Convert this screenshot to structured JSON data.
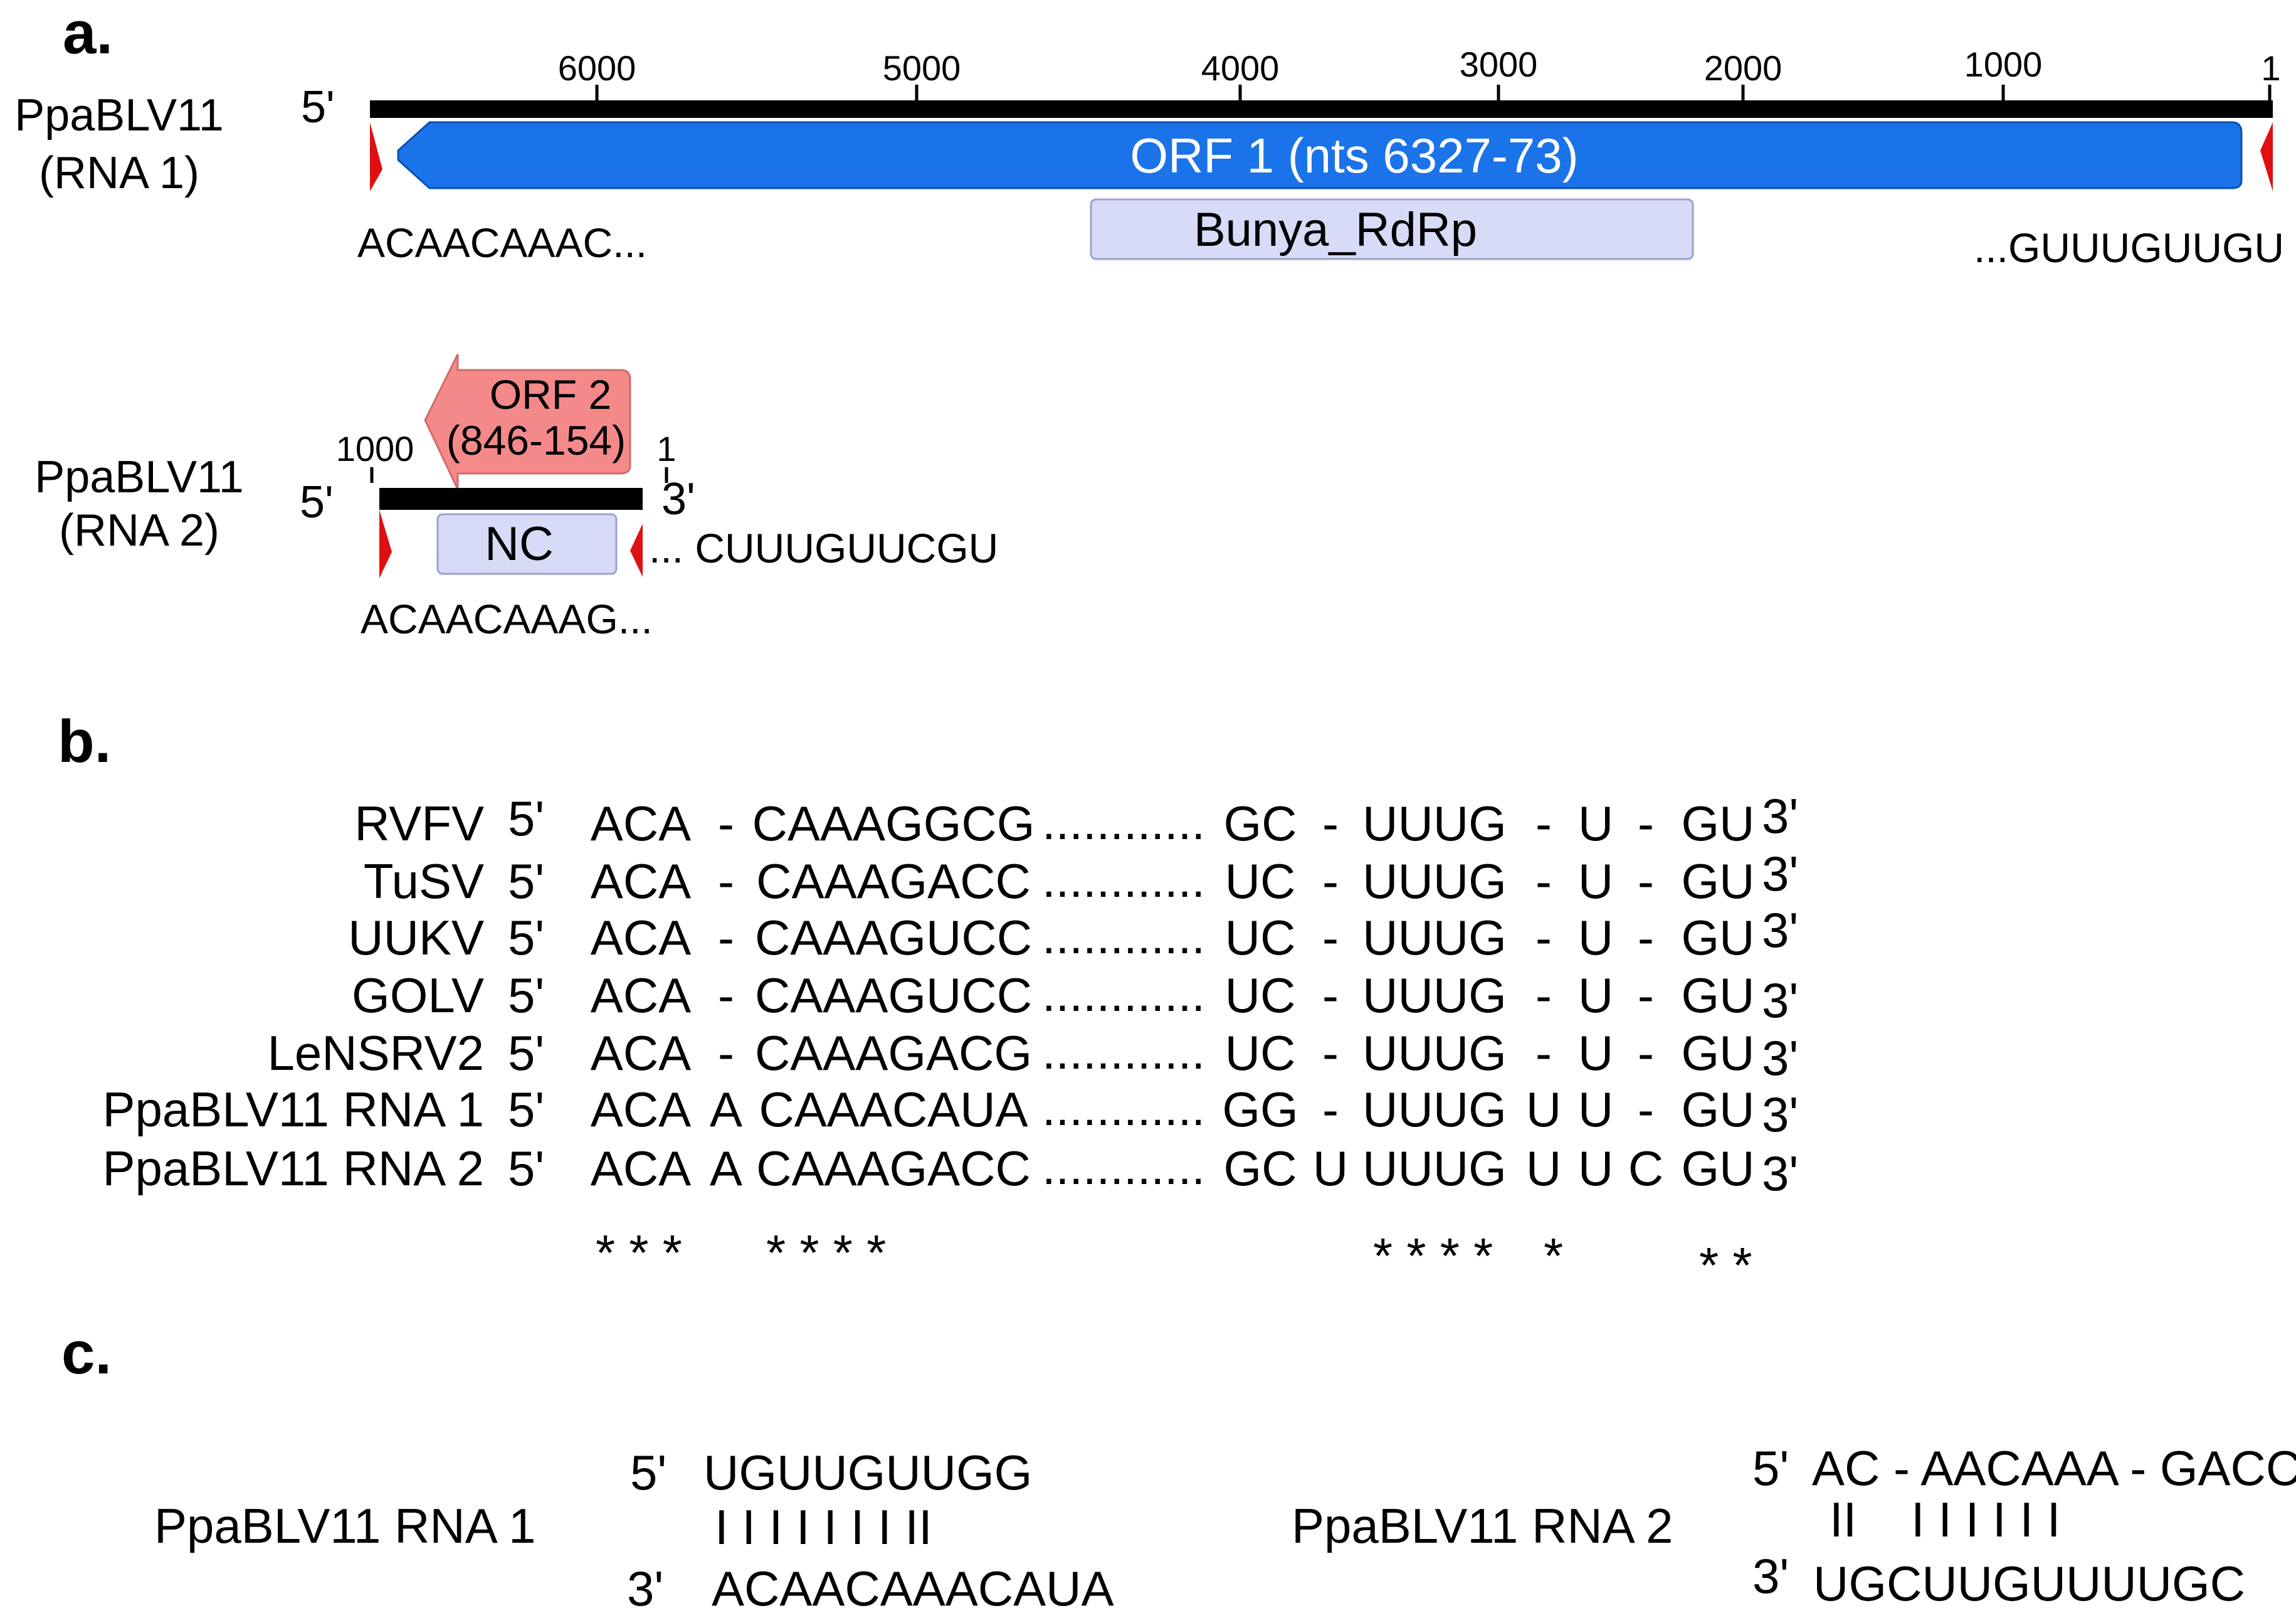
{
  "panels": {
    "a": "a.",
    "b": "b.",
    "c": "c."
  },
  "colors": {
    "orf1_fill": "#1a73e8",
    "orf2_fill": "#f4898a",
    "domain_fill": "#d8dbf7",
    "terminal_marker": "#e01010",
    "genome_bar": "#000000"
  },
  "rna1": {
    "name_line1": "PpaBLV11",
    "name_line2": "(RNA 1)",
    "five_prime": "5'",
    "ticks": [
      "6000",
      "5000",
      "4000",
      "3000",
      "2000",
      "1000",
      "1"
    ],
    "orf_label": "ORF 1 (nts 6327-73)",
    "domain_label": "Bunya_RdRp",
    "seq_5": "ACAACAAAC...",
    "seq_3": "...GUUUGUUGU"
  },
  "rna2": {
    "name_line1": "PpaBLV11",
    "name_line2": "(RNA 2)",
    "five_prime": "5'",
    "three_prime": "3'",
    "tick_left": "1000",
    "tick_right": "1",
    "orf_line1": "ORF 2",
    "orf_line2": "(846-154)",
    "domain_label": "NC",
    "seq_5": "ACAACAAAG...",
    "seq_3": "... CUUUGUUCGU"
  },
  "alignment": {
    "five": "5'",
    "three": "3'",
    "dots": "............",
    "rows": [
      {
        "name": "RVFV",
        "c1": "ACA",
        "c2": "-",
        "c3": "CAAAGGCG",
        "c4": "GC",
        "c5": "-",
        "c6": "UUUG",
        "c7": "-",
        "c8": "U",
        "c9": "-",
        "c10": "GU"
      },
      {
        "name": "TuSV",
        "c1": "ACA",
        "c2": "-",
        "c3": "CAAAGACC",
        "c4": "UC",
        "c5": "-",
        "c6": "UUUG",
        "c7": "-",
        "c8": "U",
        "c9": "-",
        "c10": "GU"
      },
      {
        "name": "UUKV",
        "c1": "ACA",
        "c2": "-",
        "c3": "CAAAGUCC",
        "c4": "UC",
        "c5": "-",
        "c6": "UUUG",
        "c7": "-",
        "c8": "U",
        "c9": "-",
        "c10": "GU"
      },
      {
        "name": "GOLV",
        "c1": "ACA",
        "c2": "-",
        "c3": "CAAAGUCC",
        "c4": "UC",
        "c5": "-",
        "c6": "UUUG",
        "c7": "-",
        "c8": "U",
        "c9": "-",
        "c10": "GU"
      },
      {
        "name": "LeNSRV2",
        "c1": "ACA",
        "c2": "-",
        "c3": "CAAAGACG",
        "c4": "UC",
        "c5": "-",
        "c6": "UUUG",
        "c7": "-",
        "c8": "U",
        "c9": "-",
        "c10": "GU"
      },
      {
        "name": "PpaBLV11 RNA 1",
        "c1": "ACA",
        "c2": "A",
        "c3": "CAAACAUA",
        "c4": "GG",
        "c5": "-",
        "c6": "UUUG",
        "c7": "U",
        "c8": "U",
        "c9": "-",
        "c10": "GU"
      },
      {
        "name": "PpaBLV11 RNA 2",
        "c1": "ACA",
        "c2": "A",
        "c3": "CAAAGACC",
        "c4": "GC",
        "c5": "U",
        "c6": "UUUG",
        "c7": "U",
        "c8": "U",
        "c9": "C",
        "c10": "GU"
      }
    ],
    "stars": [
      "* * *",
      "* * * *",
      "* * * *",
      "*",
      "* *"
    ]
  },
  "pairing": {
    "rna1": {
      "label": "PpaBLV11 RNA 1",
      "five": "5'",
      "three": "3'",
      "top": "UGUUGUUGG",
      "bars": "I I I I I I I II",
      "bottom": "ACAACAAACAUA"
    },
    "rna2": {
      "label": "PpaBLV11 RNA 2",
      "five": "5'",
      "three": "3'",
      "top": "AC - AACAAA - GACC",
      "bars": "II    I I I I I I",
      "bottom": "UGCUUGUUUUGC"
    }
  }
}
